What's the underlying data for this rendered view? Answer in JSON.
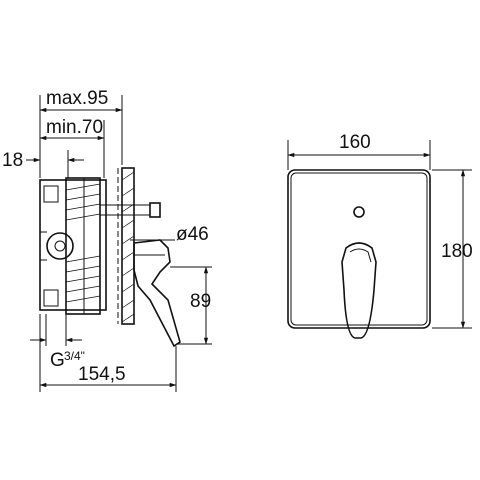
{
  "dimensions": {
    "max_depth": "max.95",
    "min_depth": "min.70",
    "offset": "18",
    "diameter": "ø46",
    "handle_height": "89",
    "thread_prefix": "G",
    "thread_fraction": "3/4\"",
    "overall_depth": "154,5",
    "plate_width": "160",
    "plate_height": "180"
  }
}
